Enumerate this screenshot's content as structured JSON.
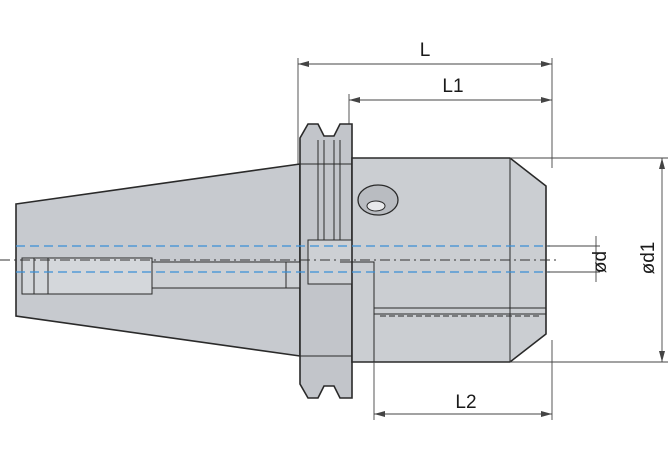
{
  "dimensions": {
    "L": "L",
    "L1": "L1",
    "L2": "L2",
    "d": "ød",
    "d1": "ød1"
  },
  "colors": {
    "body_fill": "#c9ccd1",
    "body_light": "#d6d9dd",
    "outline": "#2a2a2a",
    "bore_line": "#3a8fd6",
    "dimension": "#444444"
  }
}
